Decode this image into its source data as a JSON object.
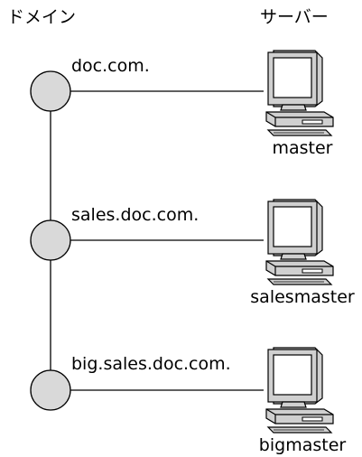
{
  "headers": {
    "domain": "ドメイン",
    "server": "サーバー"
  },
  "rows": [
    {
      "domain": "doc.com.",
      "server": "master"
    },
    {
      "domain": "sales.doc.com.",
      "server": "salesmaster"
    },
    {
      "domain": "big.sales.doc.com.",
      "server": "bigmaster"
    }
  ],
  "colors": {
    "line": "#000000",
    "node_fill": "#d9d9d9",
    "computer_fill": "#d0d0d0",
    "screen_fill": "#ffffff"
  }
}
